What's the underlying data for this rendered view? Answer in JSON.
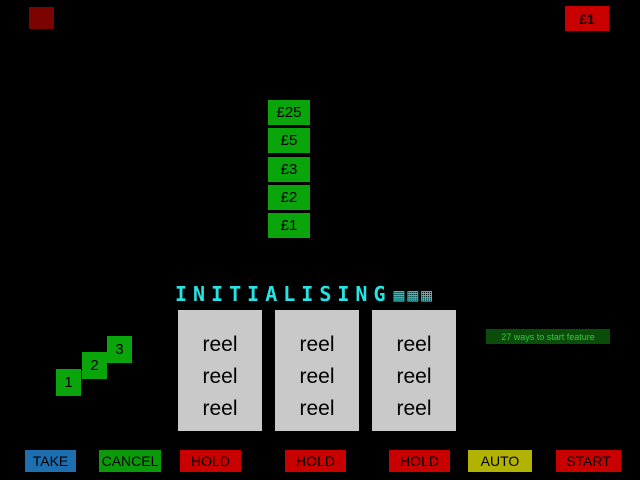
{
  "top": {
    "left_lamp": "lamp",
    "coin_value": "£1"
  },
  "prize_ladder": {
    "items": [
      "£25",
      "£5",
      "£3",
      "£2",
      "£1"
    ]
  },
  "matrix_display": {
    "text": "INITIALISING",
    "blocks": "▦▦▦"
  },
  "reels": {
    "symbol": "reel",
    "reel_count": 3,
    "rows_per_reel": 3
  },
  "step_lamps": [
    "3",
    "2",
    "1"
  ],
  "feature_banner": {
    "text": "27 ways to start feature"
  },
  "buttons": [
    {
      "label": "TAKE",
      "color": "#1e6fb0"
    },
    {
      "label": "CANCEL",
      "color": "#0a9a0a"
    },
    {
      "label": "HOLD",
      "color": "#c80000"
    },
    {
      "label": "HOLD",
      "color": "#c80000"
    },
    {
      "label": "HOLD",
      "color": "#c80000"
    },
    {
      "label": "AUTO",
      "color": "#b2b200"
    },
    {
      "label": "START",
      "color": "#c80000"
    }
  ],
  "colors": {
    "background": "#000000",
    "prize_green": "#0aa50a",
    "reel_background": "#c9c9c9",
    "matrix_cyan": "#27e3e3",
    "banner_background": "#0a4d0a",
    "banner_text": "#37c837",
    "top_left_lamp_red": "#7c0400",
    "coin_red": "#c80000"
  }
}
